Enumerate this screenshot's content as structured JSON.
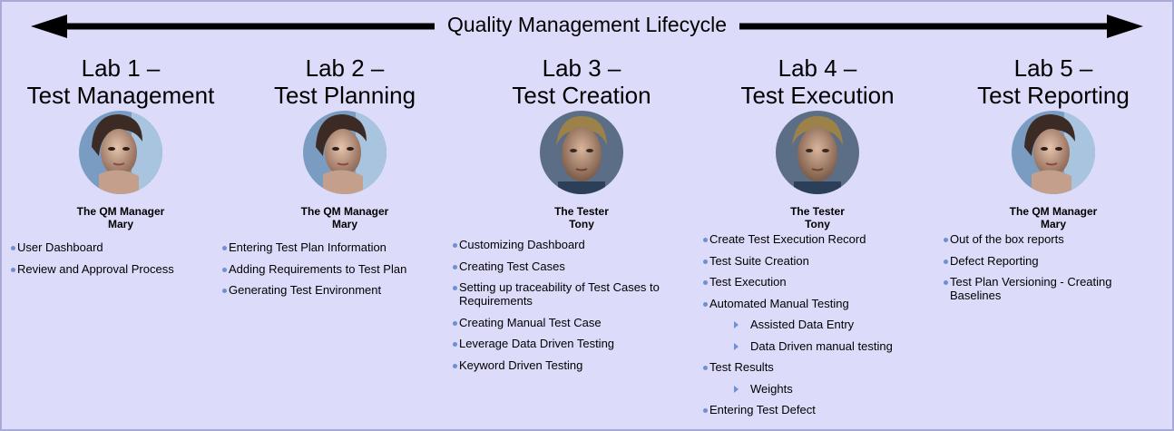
{
  "header": {
    "title": "Quality Management Lifecycle"
  },
  "labs": [
    {
      "line1": "Lab 1 –",
      "line2": "Test Management",
      "avatar": "woman-portrait",
      "role": "The QM Manager",
      "name": "Mary",
      "items": [
        {
          "text": "User Dashboard"
        },
        {
          "text": "Review and  Approval Process"
        }
      ]
    },
    {
      "line1": "Lab 2 –",
      "line2": "Test Planning",
      "avatar": "woman-portrait",
      "role": "The QM Manager",
      "name": "Mary",
      "items": [
        {
          "text": "Entering Test Plan Information"
        },
        {
          "text": "Adding Requirements to Test Plan"
        },
        {
          "text": "Generating Test Environment"
        }
      ]
    },
    {
      "line1": "Lab 3 –",
      "line2": "Test Creation",
      "avatar": "man-portrait",
      "role": "The Tester",
      "name": "Tony",
      "items": [
        {
          "text": "Customizing Dashboard"
        },
        {
          "text": "Creating Test Cases"
        },
        {
          "text": "Setting up traceability of Test Cases to Requirements"
        },
        {
          "text": "Creating Manual Test Case"
        },
        {
          "text": "Leverage Data Driven Testing"
        },
        {
          "text": "Keyword Driven Testing"
        }
      ]
    },
    {
      "line1": "Lab 4 –",
      "line2": "Test Execution",
      "avatar": "man-portrait",
      "role": "The Tester",
      "name": "Tony",
      "items": [
        {
          "text": "Create Test Execution Record"
        },
        {
          "text": "Test Suite Creation"
        },
        {
          "text": "Test Execution"
        },
        {
          "text": "Automated Manual Testing"
        },
        {
          "text": "Assisted Data Entry",
          "sub": true
        },
        {
          "text": "Data Driven manual testing",
          "sub": true
        },
        {
          "text": "Test Results"
        },
        {
          "text": "Weights",
          "sub": true
        },
        {
          "text": "Entering Test Defect"
        }
      ]
    },
    {
      "line1": "Lab 5 –",
      "line2": "Test Reporting",
      "avatar": "woman-portrait",
      "role": "The QM Manager",
      "name": "Mary",
      "items": [
        {
          "text": "Out of the box reports"
        },
        {
          "text": "Defect Reporting"
        },
        {
          "text": "Test Plan Versioning  - Creating Baselines"
        }
      ]
    }
  ],
  "colors": {
    "background": "#dcdcfa",
    "bullet": "#6e8fd0",
    "arrow": "#000000"
  }
}
